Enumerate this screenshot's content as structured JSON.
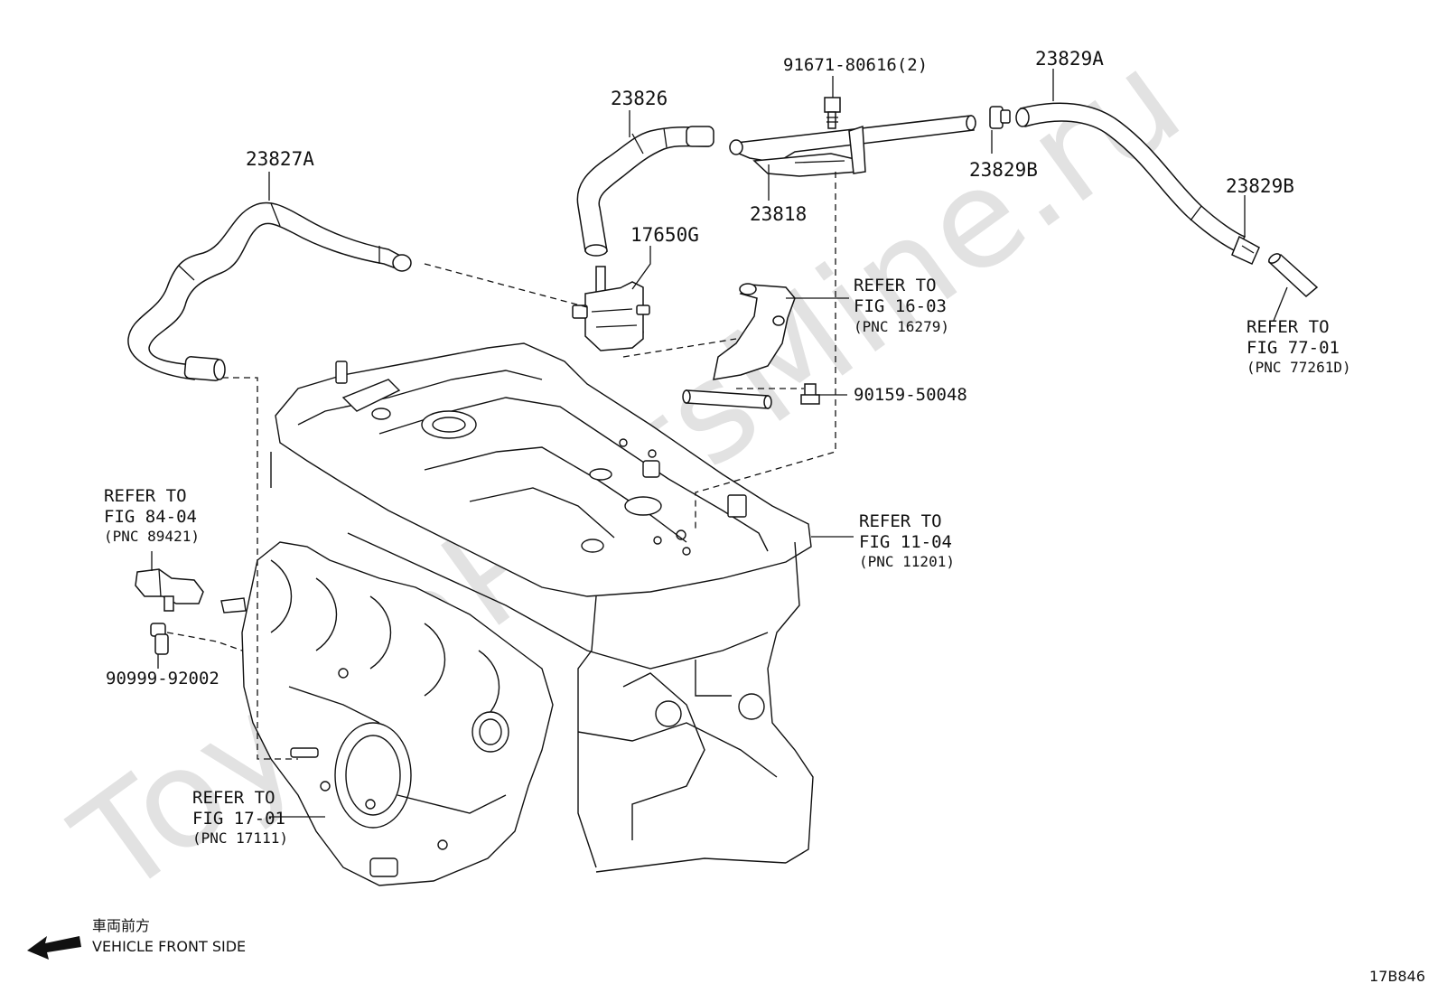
{
  "watermark": "ToyotaPartsMine.ru",
  "part_labels": {
    "p23827A": "23827A",
    "p23826": "23826",
    "p17650G": "17650G",
    "p91671": "91671-80616(2)",
    "p23818": "23818",
    "p23829A": "23829A",
    "p23829B_top": "23829B",
    "p23829B_right": "23829B",
    "p90159": "90159-50048",
    "p90999": "90999-92002"
  },
  "refs": {
    "fig16": {
      "line1": "REFER TO",
      "line2": "FIG 16-03",
      "line3": "(PNC 16279)"
    },
    "fig77": {
      "line1": "REFER TO",
      "line2": "FIG 77-01",
      "line3": "(PNC 77261D)"
    },
    "fig84": {
      "line1": "REFER TO",
      "line2": "FIG 84-04",
      "line3": "(PNC 89421)"
    },
    "fig11": {
      "line1": "REFER TO",
      "line2": "FIG 11-04",
      "line3": "(PNC 11201)"
    },
    "fig17": {
      "line1": "REFER TO",
      "line2": "FIG 17-01",
      "line3": "(PNC 17111)"
    }
  },
  "direction": {
    "jp": "車両前方",
    "en": "VEHICLE FRONT SIDE",
    "icon": "arrow-left-icon"
  },
  "figure_id": "17B846"
}
